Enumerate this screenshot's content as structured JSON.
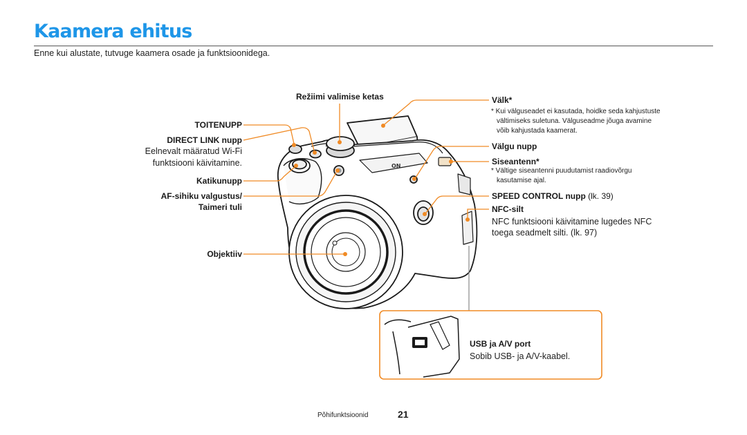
{
  "header": {
    "title": "Kaamera ehitus",
    "intro": "Enne kui alustate, tutvuge kaamera osade ja funktsioonidega."
  },
  "left_labels": {
    "power": "TOITENUPP",
    "direct_link": "DIRECT LINK nupp",
    "direct_link_desc_1": "Eelnevalt määratud Wi-Fi",
    "direct_link_desc_2": "funktsiooni käivitamine.",
    "shutter": "Katikunupp",
    "af_1": "AF-sihiku valgustus/",
    "af_2": "Taimeri tuli",
    "lens": "Objektiiv"
  },
  "top_label": {
    "mode_dial": "Režiimi valimise ketas"
  },
  "right_labels": {
    "flash": "Välk*",
    "flash_note_1": "* Kui välguseadet ei kasutada, hoidke seda kahjustuste",
    "flash_note_2": "vältimiseks suletuna. Välguseadme jõuga avamine",
    "flash_note_3": "võib kahjustada kaamerat.",
    "flash_button": "Välgu nupp",
    "antenna": "Siseantenn*",
    "antenna_note_1": "* Vältige siseantenni puudutamist raadiovõrgu",
    "antenna_note_2": "kasutamise ajal.",
    "speed_control": "SPEED CONTROL nupp",
    "speed_control_ref": " (lk. 39)",
    "nfc": "NFC-silt",
    "nfc_desc_1": "NFC funktsiooni käivitamine lugedes NFC",
    "nfc_desc_2": "toega seadmelt silti. (lk. 97)",
    "usb": "USB ja A/V port",
    "usb_desc": "Sobib USB- ja A/V-kaabel."
  },
  "footer": {
    "section": "Põhifunktsioonid",
    "page_number": "21"
  },
  "colors": {
    "title_blue": "#1e96e8",
    "leader_orange": "#f08a24"
  }
}
